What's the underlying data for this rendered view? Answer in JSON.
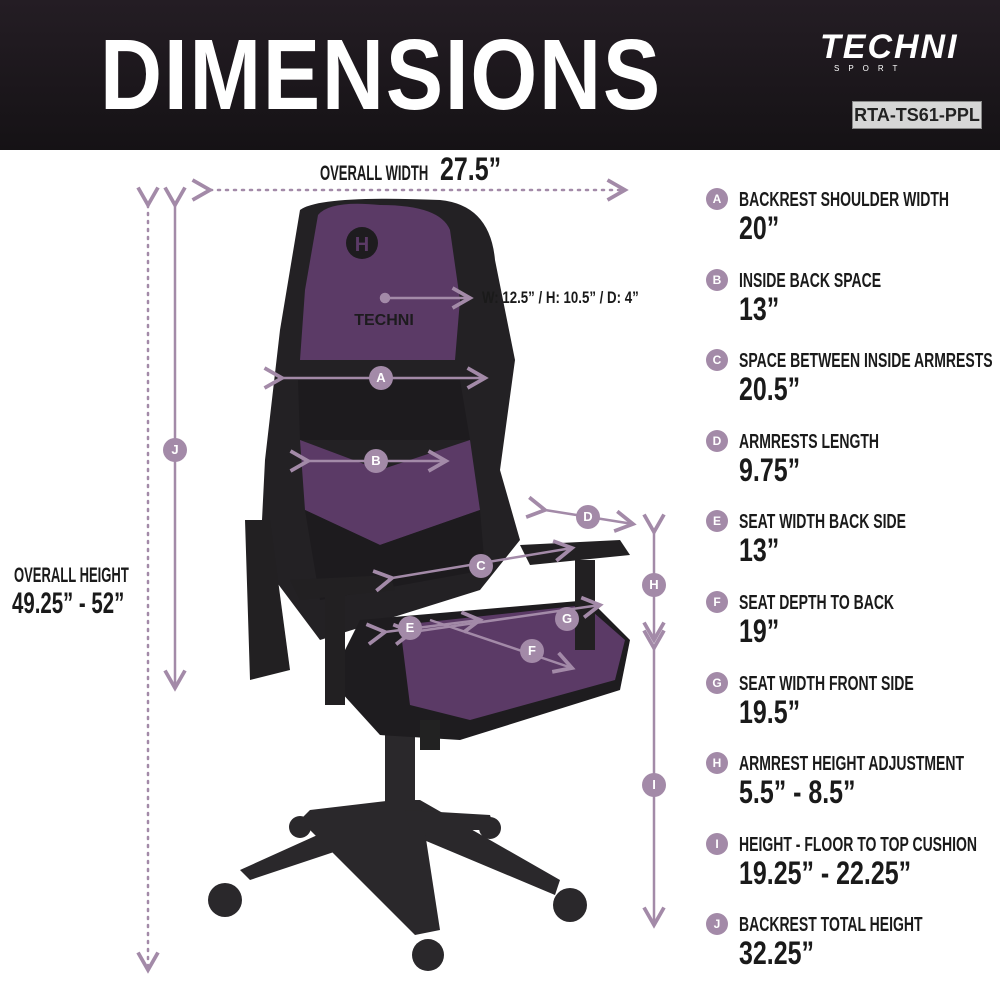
{
  "header": {
    "title": "DIMENSIONS",
    "logo_text": "TECHNI",
    "logo_sub": "SPORT",
    "sku": "RTA-TS61-PPL"
  },
  "colors": {
    "accent": "#a38aa8",
    "chair_purple": "#5b3a66",
    "chair_black": "#222022"
  },
  "overall_width": {
    "label": "OVERALL WIDTH",
    "value": "27.5”"
  },
  "overall_height": {
    "label": "OVERALL HEIGHT",
    "value": "49.25” - 52”"
  },
  "headrest": {
    "text": "W: 12.5” / H: 10.5” / D: 4”"
  },
  "chair_logo": "TECHNI",
  "markers": [
    "A",
    "B",
    "C",
    "D",
    "E",
    "F",
    "G",
    "H",
    "I",
    "J"
  ],
  "specs": [
    {
      "letter": "A",
      "label": "BACKREST SHOULDER WIDTH",
      "value": "20”"
    },
    {
      "letter": "B",
      "label": "INSIDE BACK SPACE",
      "value": "13”"
    },
    {
      "letter": "C",
      "label": "SPACE BETWEEN INSIDE ARMRESTS",
      "value": "20.5”"
    },
    {
      "letter": "D",
      "label": "ARMRESTS LENGTH",
      "value": "9.75”"
    },
    {
      "letter": "E",
      "label": "SEAT WIDTH BACK SIDE",
      "value": "13”"
    },
    {
      "letter": "F",
      "label": "SEAT DEPTH TO BACK",
      "value": "19”"
    },
    {
      "letter": "G",
      "label": "SEAT WIDTH FRONT SIDE",
      "value": "19.5”"
    },
    {
      "letter": "H",
      "label": "ARMREST HEIGHT ADJUSTMENT",
      "value": "5.5” - 8.5”"
    },
    {
      "letter": "I",
      "label": "HEIGHT - FLOOR TO TOP CUSHION",
      "value": "19.25” - 22.25”"
    },
    {
      "letter": "J",
      "label": "BACKREST TOTAL HEIGHT",
      "value": "32.25”"
    }
  ]
}
